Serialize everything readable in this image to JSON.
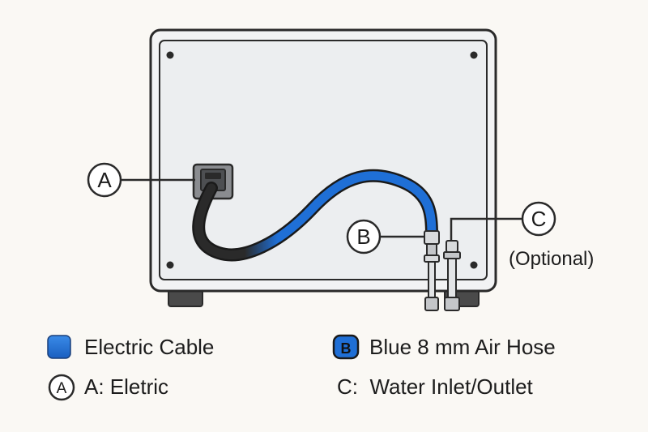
{
  "callouts": {
    "a": {
      "letter": "A"
    },
    "b": {
      "letter": "B"
    },
    "c": {
      "letter": "C",
      "note": "(Optional)"
    }
  },
  "legend": {
    "electric_cable": "Electric Cable",
    "air_hose_letter": "B",
    "air_hose": "Blue 8 mm Air Hose",
    "a_letter": "A",
    "a_text": "A: Eletric",
    "c_text": "C:  Water Inlet/Outlet"
  },
  "colors": {
    "hose_blue": "#1f6fd6",
    "cable_dark": "#2b2b2b",
    "panel_gray": "#eceef0",
    "outline": "#2a2a2a"
  }
}
